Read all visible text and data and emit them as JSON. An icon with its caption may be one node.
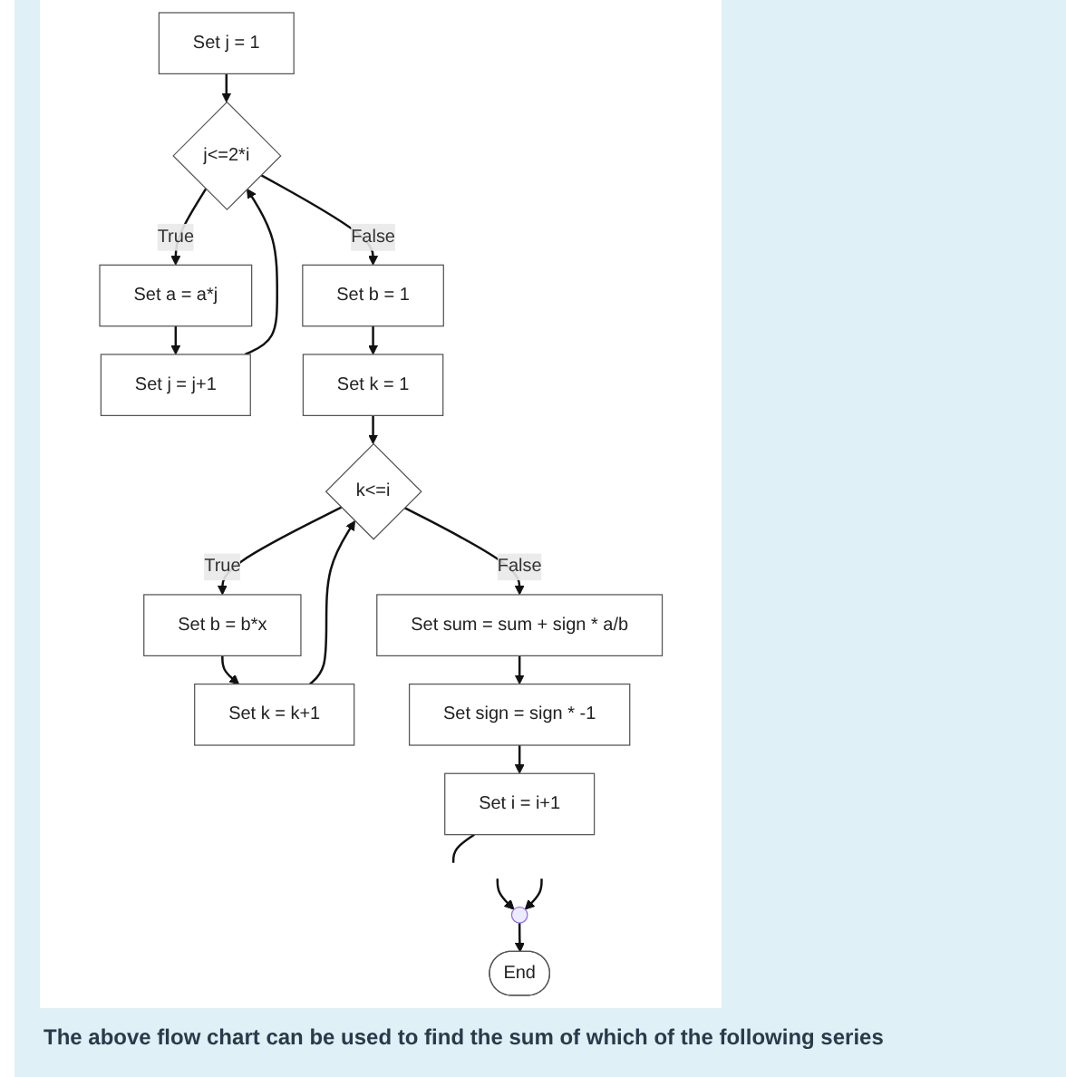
{
  "diagram": {
    "caption": "The above flow chart can be used to find the sum of which of the following series",
    "nodes": [
      {
        "text": [
          "Set j = 1"
        ]
      },
      {
        "text": [
          "j<=2*i"
        ]
      },
      {
        "text": [
          "Set a = a*j"
        ]
      },
      {
        "text": [
          "Set j = j+1"
        ]
      },
      {
        "text": [
          "Set b = 1"
        ]
      },
      {
        "text": [
          "Set k = 1"
        ]
      },
      {
        "text": [
          "k<=i"
        ]
      },
      {
        "text": [
          "Set b = b*x"
        ]
      },
      {
        "text": [
          "Set k = k+1"
        ]
      },
      {
        "text": [
          "Set sum = sum + sign * a/b"
        ]
      },
      {
        "text": [
          "Set sign = sign * -1"
        ]
      },
      {
        "text": [
          "Set i = i+1"
        ]
      },
      {
        "text": [],
        "shape": "circle"
      },
      {
        "text": [
          "End"
        ]
      }
    ],
    "edges": [
      {
        "from": 0,
        "to": 1,
        "arrow": "to"
      },
      {
        "from": 1,
        "to": 2,
        "arrow": "to",
        "label": "True"
      },
      {
        "from": 2,
        "to": 3,
        "arrow": "to"
      },
      {
        "from": 3,
        "to": 1,
        "arrow": "to"
      },
      {
        "from": 1,
        "to": 4,
        "arrow": "to",
        "label": "False"
      },
      {
        "from": 4,
        "to": 5,
        "arrow": "to"
      },
      {
        "from": 5,
        "to": 6,
        "arrow": "to"
      },
      {
        "from": 6,
        "to": 7,
        "arrow": "to",
        "label": "True"
      },
      {
        "from": 7,
        "to": 8,
        "arrow": "to"
      },
      {
        "from": 8,
        "to": 6,
        "arrow": "to"
      },
      {
        "from": 6,
        "to": 9,
        "arrow": "to",
        "label": "False"
      },
      {
        "from": 9,
        "to": 10,
        "arrow": "to"
      },
      {
        "from": 10,
        "to": 11,
        "arrow": "to"
      },
      {
        "from": 11,
        "to": null,
        "arrow": "none"
      },
      {
        "from": null,
        "to": 12,
        "arrow": "to"
      },
      {
        "from": null,
        "to": 12,
        "arrow": "to"
      },
      {
        "from": 12,
        "to": 13,
        "arrow": "to"
      }
    ]
  }
}
